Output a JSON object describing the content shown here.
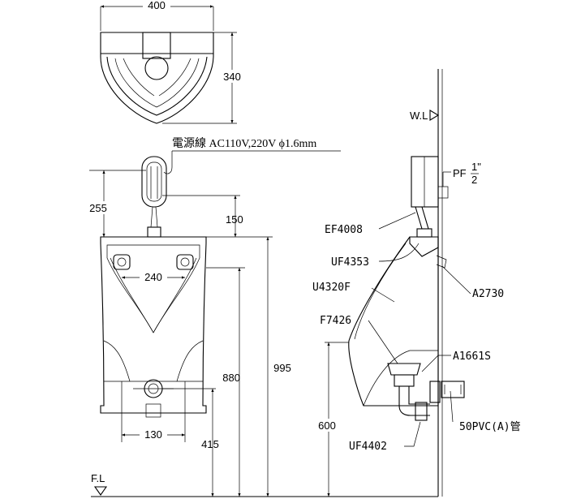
{
  "drawing": {
    "top_view": {
      "width_dim": "400",
      "depth_dim": "340"
    },
    "front_view": {
      "power_note": "電源線 AC110V,220V ϕ1.6mm",
      "sensor_offset_dim": "255",
      "sensor_gap_dim": "150",
      "bolt_spacing_dim": "240",
      "outlet_width_dim": "130",
      "height_880": "880",
      "height_995": "995",
      "outlet_height_dim": "415",
      "floor_label": "F.L"
    },
    "side_view": {
      "wall_label": "W.L",
      "pf_label": "PF",
      "pf_sup": "1\"",
      "pf_sub": "2",
      "ef4008": "EF4008",
      "uf4353": "UF4353",
      "a2730": "A2730",
      "u4320f": "U4320F",
      "f7426": "F7426",
      "a1661s": "A1661S",
      "dim_600": "600",
      "pvc": "50PVC(A)管",
      "uf4402": "UF4402"
    }
  }
}
